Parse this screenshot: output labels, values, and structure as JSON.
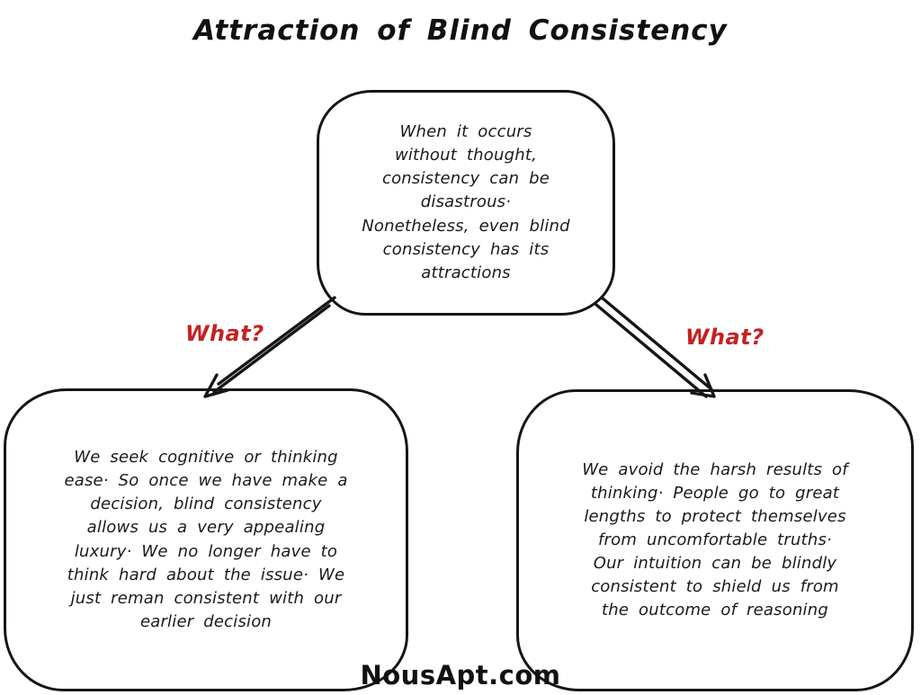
{
  "title": "Attraction of Blind Consistency",
  "watermark": "NousApt.com",
  "colors": {
    "background": "#ffffff",
    "ink": "#161616",
    "arrow_label_red": "#c42222"
  },
  "diagram": {
    "top_node": {
      "text": "When it occurs\nwithout thought,\nconsistency can be\ndisastrous·\nNonetheless, even blind\nconsistency has its\nattractions"
    },
    "left_node": {
      "text": "We seek cognitive or thinking\nease· So once we have make a\ndecision, blind consistency\nallows us a very appealing\nluxury· We no longer have to\nthink hard about the issue· We\njust reman consistent with our\nearlier decision"
    },
    "right_node": {
      "text": "We avoid the harsh results of\nthinking· People go to great\nlengths to protect themselves\nfrom uncomfortable truths·\nOur intuition can be blindly\nconsistent to shield us from\nthe outcome of reasoning"
    },
    "left_arrow_label": "What?",
    "right_arrow_label": "What?"
  }
}
